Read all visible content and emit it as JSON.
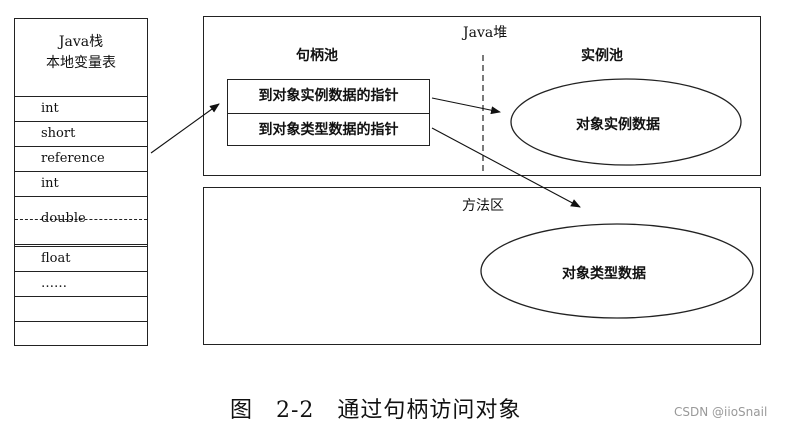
{
  "java_stack": {
    "title_line1": "Java栈",
    "title_line2": "本地变量表",
    "rows": [
      "int",
      "short",
      "reference",
      "int",
      "double",
      "",
      "float",
      "……",
      "",
      ""
    ]
  },
  "heap": {
    "title": "Java堆",
    "handle_pool_label": "句柄池",
    "handle_entries": [
      "到对象实例数据的指针",
      "到对象类型数据的指针"
    ],
    "instance_pool_label": "实例池",
    "instance_data": "对象实例数据"
  },
  "method_area": {
    "title": "方法区",
    "type_data": "对象类型数据"
  },
  "caption": "图　2-2　通过句柄访问对象",
  "watermark": "CSDN @iioSnail"
}
